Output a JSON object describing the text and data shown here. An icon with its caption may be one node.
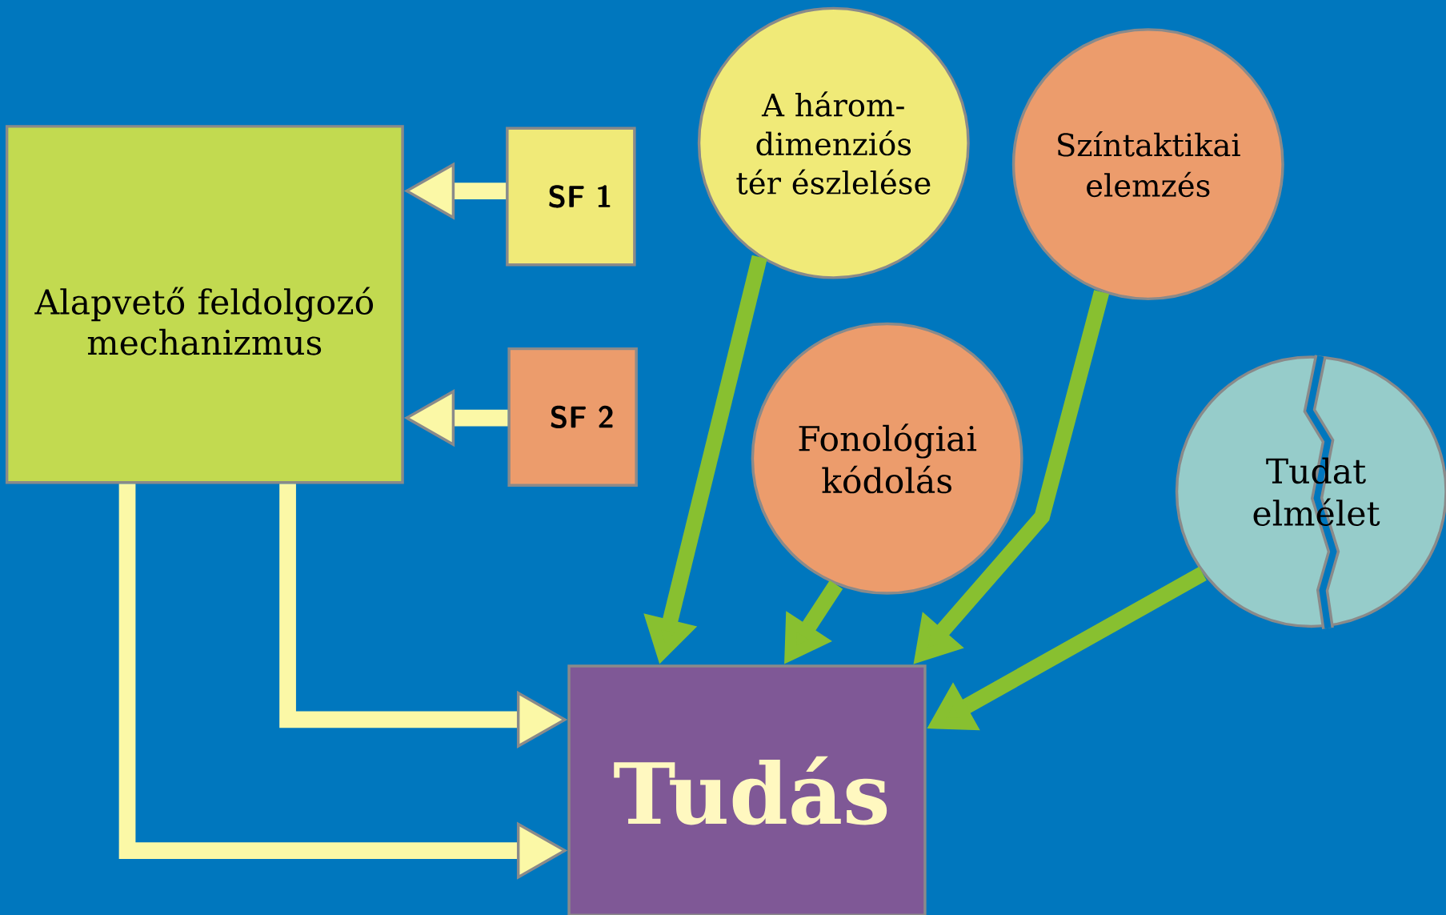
{
  "diagram": {
    "nodes": [
      {
        "text": [
          "Alapvető feldolgozó mechanizmus"
        ]
      },
      {
        "text": [
          "SF 1"
        ]
      },
      {
        "text": [
          "SF 2"
        ]
      },
      {
        "text": [
          "A három- dimenziós tér észlelése"
        ]
      },
      {
        "text": [
          "Színtaktikai elemzés"
        ]
      },
      {
        "text": [
          "Fonológiai kódolás"
        ]
      },
      {
        "text": [
          "Tudat elmélet"
        ]
      },
      {
        "text": [
          "Tudás"
        ]
      }
    ],
    "edges": [
      {
        "from": 1,
        "to": 0,
        "arrow": "to",
        "color": "#fbf8a6"
      },
      {
        "from": 2,
        "to": 0,
        "arrow": "to",
        "color": "#fbf8a6"
      },
      {
        "from": 0,
        "to": 7,
        "arrow": "to",
        "color": "#fbf8a6"
      },
      {
        "from": 0,
        "to": 7,
        "arrow": "to",
        "color": "#fbf8a6"
      },
      {
        "from": 3,
        "to": 7,
        "arrow": "to",
        "color": "#88c030"
      },
      {
        "from": 5,
        "to": 7,
        "arrow": "to",
        "color": "#88c030"
      },
      {
        "from": 4,
        "to": 7,
        "arrow": "to",
        "color": "#88c030"
      },
      {
        "from": 6,
        "to": 7,
        "arrow": "to",
        "color": "#88c030"
      }
    ]
  }
}
